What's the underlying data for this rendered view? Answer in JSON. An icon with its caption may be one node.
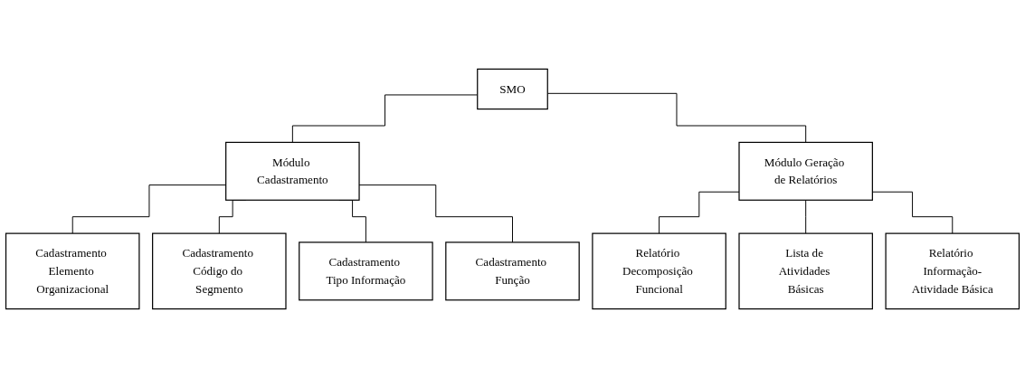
{
  "diagram": {
    "nodes": [
      {
        "text": [
          "SMO"
        ]
      },
      {
        "text": [
          "Módulo Cadastramento"
        ]
      },
      {
        "text": [
          "Módulo Geração de Relatórios"
        ]
      },
      {
        "text": [
          "Cadastramento Elemento Organizacional"
        ]
      },
      {
        "text": [
          "Cadastramento Código do Segmento"
        ]
      },
      {
        "text": [
          "Cadastramento Tipo Informação"
        ]
      },
      {
        "text": [
          "Cadastramento Função"
        ]
      },
      {
        "text": [
          "Relatório Decomposição Funcional"
        ]
      },
      {
        "text": [
          "Lista de Atividades Básicas"
        ]
      },
      {
        "text": [
          "Relatório Informação-Atividade Básica"
        ]
      }
    ],
    "edges": [
      {
        "from": 0,
        "to": 1,
        "arrow": "none"
      },
      {
        "from": 0,
        "to": 2,
        "arrow": "none"
      },
      {
        "from": 1,
        "to": 3,
        "arrow": "none"
      },
      {
        "from": 1,
        "to": 4,
        "arrow": "none"
      },
      {
        "from": 1,
        "to": 5,
        "arrow": "none"
      },
      {
        "from": 1,
        "to": 6,
        "arrow": "none"
      },
      {
        "from": 2,
        "to": 7,
        "arrow": "none"
      },
      {
        "from": 2,
        "to": 8,
        "arrow": "none"
      },
      {
        "from": 2,
        "to": 9,
        "arrow": "none"
      }
    ]
  }
}
